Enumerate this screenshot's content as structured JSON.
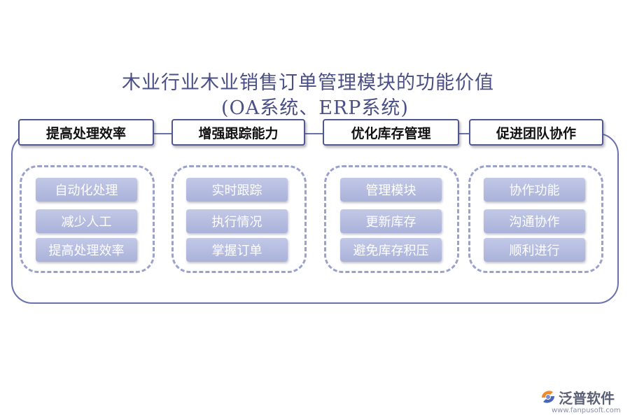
{
  "title": {
    "line1": "木业行业木业销售订单管理模块的功能价值",
    "line2": "(OA系统、ERP系统)"
  },
  "columns": [
    {
      "header": "提高处理效率",
      "items": [
        "自动化处理",
        "减少人工",
        "提高处理效率"
      ]
    },
    {
      "header": "增强跟踪能力",
      "items": [
        "实时跟踪",
        "执行情况",
        "掌握订单"
      ]
    },
    {
      "header": "优化库存管理",
      "items": [
        "管理模块",
        "更新库存",
        "避免库存积压"
      ]
    },
    {
      "header": "促进团队协作",
      "items": [
        "协作功能",
        "沟通协作",
        "顺利进行"
      ]
    }
  ],
  "logo": {
    "name": "泛普软件",
    "url": "www.fanpusoft.com",
    "icon": "fanpu-logo-icon"
  },
  "colors": {
    "title": "#4a4f86",
    "frame": "#6a72ad",
    "item_fill": "#b4bbdf",
    "dash": "#9aa2cc"
  }
}
